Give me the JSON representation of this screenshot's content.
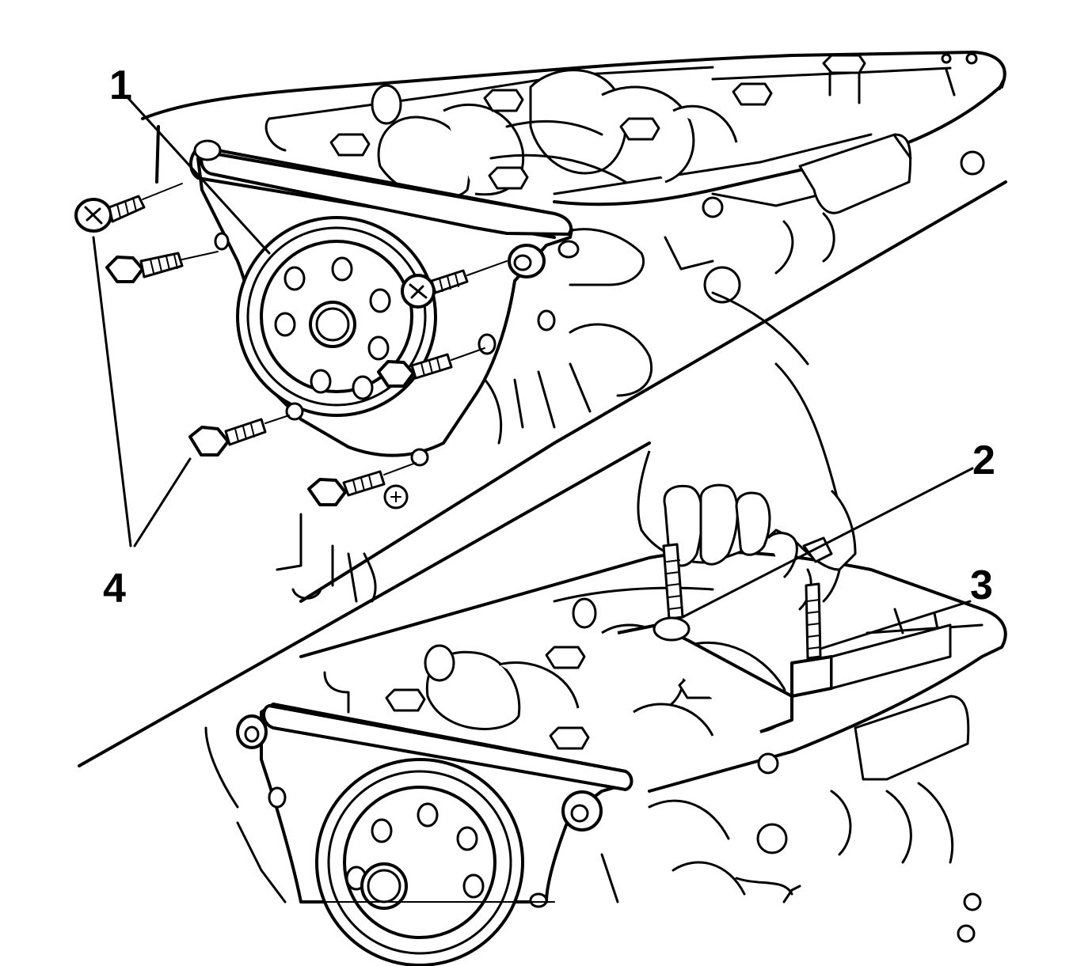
{
  "callouts": [
    {
      "id": "1",
      "text": "1"
    },
    {
      "id": "2",
      "text": "2"
    },
    {
      "id": "3",
      "text": "3"
    },
    {
      "id": "4",
      "text": "4"
    }
  ],
  "colors": {
    "line": "#000000",
    "background": "#ffffff"
  },
  "icons": [
    "bolt-icon",
    "screw-icon",
    "rear-main-seal-housing",
    "engine-block",
    "hand-icon"
  ]
}
